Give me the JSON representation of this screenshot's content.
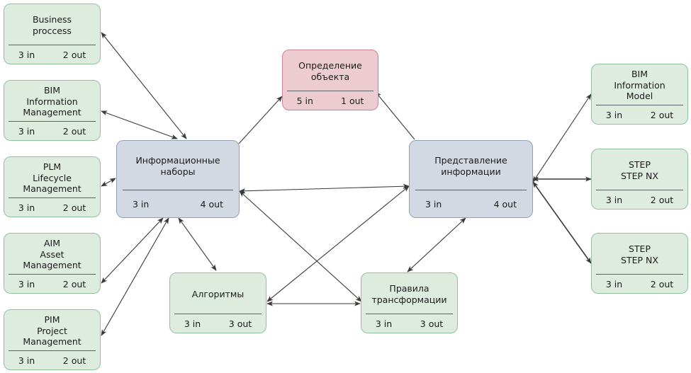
{
  "nodes": {
    "business_process": {
      "lines": [
        "Business",
        "proccess"
      ],
      "in": "3  in",
      "out": "2  out"
    },
    "bim_info_mgmt": {
      "lines": [
        "BIM",
        "Information",
        "Management"
      ],
      "in": "3  in",
      "out": "2  out"
    },
    "plm": {
      "lines": [
        "PLM",
        "Lifecycle",
        "Management"
      ],
      "in": "3  in",
      "out": "2  out"
    },
    "aim": {
      "lines": [
        "AIM",
        "Asset",
        "Management"
      ],
      "in": "3  in",
      "out": "2  out"
    },
    "pim": {
      "lines": [
        "PIM",
        "Project",
        "Management"
      ],
      "in": "3  in",
      "out": "2  out"
    },
    "info_sets": {
      "lines": [
        "Информационные",
        "наборы"
      ],
      "in": "3  in",
      "out": "4  out"
    },
    "object_def": {
      "lines": [
        "Определение",
        "объекта"
      ],
      "in": "5  in",
      "out": "1  out"
    },
    "info_repr": {
      "lines": [
        "Представление",
        "информации"
      ],
      "in": "3  in",
      "out": "4  out"
    },
    "bim_info_model": {
      "lines": [
        "BIM",
        "Information",
        "Model"
      ],
      "in": "3  in",
      "out": "2  out"
    },
    "step_1": {
      "lines": [
        "STEP",
        "STEP NX"
      ],
      "in": "3  in",
      "out": "2  out"
    },
    "step_2": {
      "lines": [
        "STEP",
        "STEP NX"
      ],
      "in": "3  in",
      "out": "2  out"
    },
    "algorithms": {
      "lines": [
        "Алгоритмы"
      ],
      "in": "3  in",
      "out": "3  out"
    },
    "transform_rules": {
      "lines": [
        "Правила",
        "трансформации"
      ],
      "in": "3  in",
      "out": "3  out"
    }
  },
  "edges": [
    {
      "from": "business_process",
      "to": "info_sets",
      "direction": "both"
    },
    {
      "from": "bim_info_mgmt",
      "to": "info_sets",
      "direction": "both"
    },
    {
      "from": "plm",
      "to": "info_sets",
      "direction": "both"
    },
    {
      "from": "aim",
      "to": "info_sets",
      "direction": "both"
    },
    {
      "from": "pim",
      "to": "info_sets",
      "direction": "both"
    },
    {
      "from": "info_sets",
      "to": "object_def",
      "direction": "forward"
    },
    {
      "from": "info_repr",
      "to": "object_def",
      "direction": "forward"
    },
    {
      "from": "info_sets",
      "to": "info_repr",
      "direction": "both"
    },
    {
      "from": "info_sets",
      "to": "algorithms",
      "direction": "both"
    },
    {
      "from": "info_sets",
      "to": "transform_rules",
      "direction": "both"
    },
    {
      "from": "info_repr",
      "to": "algorithms",
      "direction": "both"
    },
    {
      "from": "info_repr",
      "to": "transform_rules",
      "direction": "both"
    },
    {
      "from": "algorithms",
      "to": "transform_rules",
      "direction": "both"
    },
    {
      "from": "info_repr",
      "to": "bim_info_model",
      "direction": "both"
    },
    {
      "from": "info_repr",
      "to": "step_1",
      "direction": "both"
    },
    {
      "from": "info_repr",
      "to": "step_2",
      "direction": "both"
    }
  ],
  "colors": {
    "green_fill": "#deebdf",
    "blue_fill": "#d2d9e2",
    "red_fill": "#ecccd0",
    "edge": "#3a3a3a"
  }
}
